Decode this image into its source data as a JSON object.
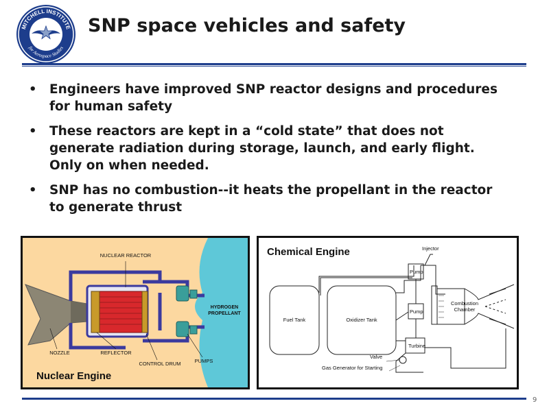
{
  "slide": {
    "title": "SNP space vehicles and safety",
    "page_number": "9"
  },
  "logo": {
    "top_text": "MITCHELL INSTITUTE",
    "bottom_text": "for Aerospace Studies"
  },
  "bullets": [
    "Engineers have improved SNP reactor designs and procedures for human safety",
    "These reactors are kept in a “cold state” that does not generate radiation during storage, launch, and early flight. Only on when needed.",
    "SNP has no combustion--it heats the propellant in the reactor to generate thrust"
  ],
  "nuclear_figure": {
    "caption": "Nuclear Engine",
    "labels": {
      "reactor": "NUCLEAR REACTOR",
      "hydrogen_1": "HYDROGEN",
      "hydrogen_2": "PROPELLANT",
      "nozzle": "NOZZLE",
      "reflector": "REFLECTOR",
      "control_drum": "CONTROL DRUM",
      "pumps": "PUMPS"
    }
  },
  "chemical_figure": {
    "caption": "Chemical Engine",
    "labels": {
      "injector": "Injector",
      "pump_top": "Pump",
      "pump_mid": "Pump",
      "fuel_tank": "Fuel Tank",
      "oxidizer_tank": "Oxidizer Tank",
      "combustion_1": "Combustion",
      "combustion_2": "Chamber",
      "turbine": "Turbine",
      "valve": "Valve",
      "gas_generator": "Gas Generator for Starting"
    }
  },
  "colors": {
    "rule": "#1d3d8c",
    "nuclear_bg": "#fcd8a0",
    "pipe": "#3b3a9e",
    "reactor_red": "#d8282c",
    "plume": "#5ec8d8",
    "pump_teal": "#3a9e9a"
  }
}
